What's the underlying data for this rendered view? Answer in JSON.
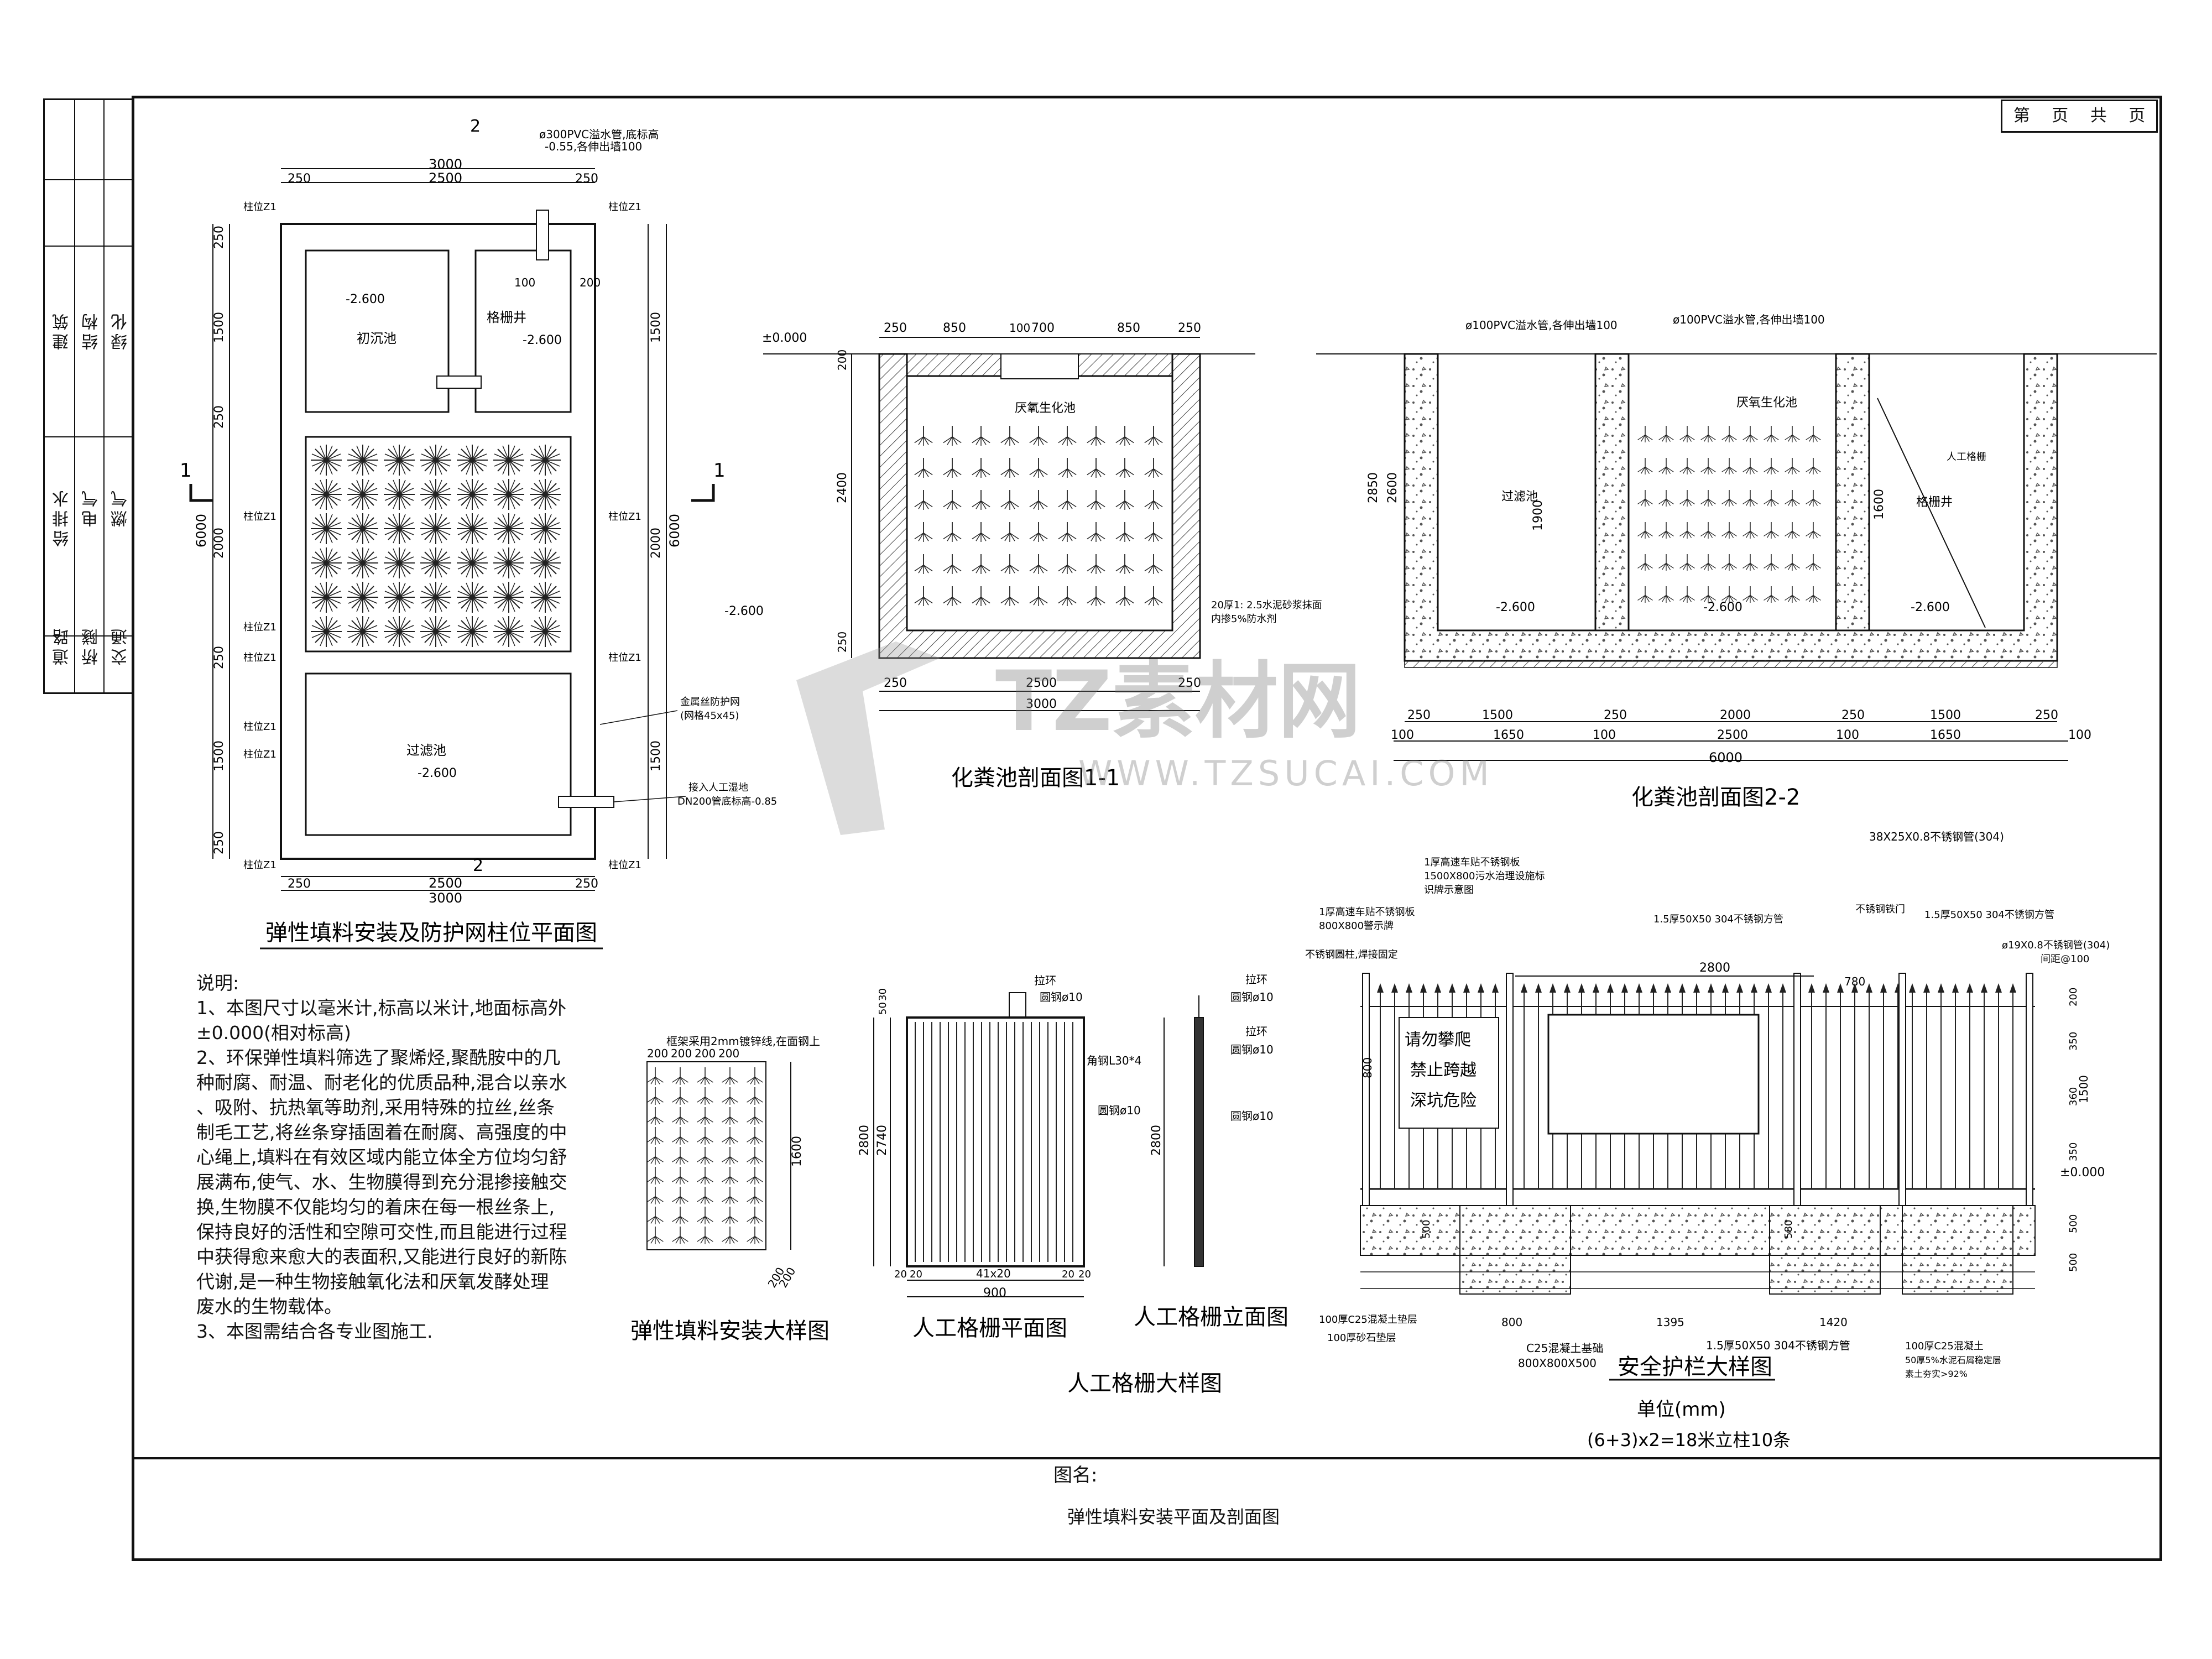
{
  "sidebar": {
    "cells": [
      "建筑",
      "结构",
      "绿化",
      "给排水",
      "电气",
      "燃气",
      "道路",
      "桥隧",
      "交通"
    ]
  },
  "pagebox": {
    "di": "第",
    "ye1": "页",
    "gong": "共",
    "ye2": "页"
  },
  "titleblock": {
    "label": "图名:",
    "title": "弹性填料安装平面及剖面图"
  },
  "plan": {
    "caption": "弹性填料安装及防护网柱位平面图",
    "top_pipe_note": "ø300PVC溢水管,底标高",
    "top_pipe_note2": "-0.55,各伸出墙100",
    "dim_total": "3000",
    "dim_mid": "2500",
    "dim_side": "250",
    "dim_height": "6000",
    "room_sediment": "初沉池",
    "room_screen": "格栅井",
    "room_filter": "过滤池",
    "elev": "-2.600",
    "post_label": "柱位Z1",
    "section_mark_1": "1",
    "section_mark_2": "2",
    "mesh_note": "金属丝防护网",
    "mesh_note2": "(网格45x45)",
    "outlet_note": "接入人工湿地",
    "outlet_note2": "DN200管底标高-0.85",
    "dims_left": [
      "250",
      "1500",
      "250",
      "2000",
      "250",
      "1500",
      "250"
    ],
    "d100": "100",
    "d200": "200"
  },
  "section1": {
    "caption": "化粪池剖面图1-1",
    "tank_label": "厌氧生化池",
    "elev_top": "±0.000",
    "elev_bottom": "-2.600",
    "top_dims": [
      "250",
      "850",
      "100",
      "700",
      "850",
      "250"
    ],
    "dim_2400": "2400",
    "dim_200": "200",
    "dim_250": "250",
    "plaster_note": "20厚1: 2.5水泥砂浆抹面",
    "plaster_note2": "内掺5%防水剂",
    "bottom_dims": [
      "250",
      "2500",
      "250"
    ],
    "bottom_total": "3000"
  },
  "section2": {
    "caption": "化粪池剖面图2-2",
    "pipe_note_left": "ø100PVC溢水管,各伸出墙100",
    "pipe_note_right": "ø100PVC溢水管,各伸出墙100",
    "tank_mid": "厌氧生化池",
    "tank_left": "过滤池",
    "tank_right": "格栅井",
    "grate_note": "人工格栅",
    "dim_2850": "2850",
    "dim_2600": "2600",
    "dim_1900": "1900",
    "dim_1600": "1600",
    "elev": "-2.600",
    "dims_row1": [
      "250",
      "1500",
      "250",
      "2000",
      "250",
      "1500",
      "250"
    ],
    "dims_row2": [
      "100",
      "1650",
      "100",
      "2500",
      "100",
      "1650",
      "100"
    ],
    "total": "6000"
  },
  "notes": {
    "title": "说明:",
    "lines": [
      "1、本图尺寸以毫米计,标高以米计,地面标高外",
      "±0.000(相对标高)",
      "2、环保弹性填料筛选了聚烯烃,聚酰胺中的几",
      "种耐腐、耐温、耐老化的优质品种,混合以亲水",
      "、吸附、抗热氧等助剂,采用特殊的拉丝,丝条",
      "制毛工艺,将丝条穿插固着在耐腐、高强度的中",
      "心绳上,填料在有效区域内能立体全方位均匀舒",
      "展满布,使气、水、生物膜得到充分混掺接触交",
      "换,生物膜不仅能均匀的着床在每一根丝条上,",
      "保持良好的活性和空隙可交性,而且能进行过程",
      "中获得愈来愈大的表面积,又能进行良好的新陈",
      "代谢,是一种生物接触氧化法和厌氧发酵处理",
      "废水的生物载体。",
      "3、本图需结合各专业图施工."
    ]
  },
  "filler_detail": {
    "caption": "弹性填料安装大样图",
    "frame_note": "框架采用2mm镀锌线,在面钢上",
    "dims_top": [
      "200",
      "200",
      "200",
      "200"
    ],
    "dim_1600": "1600",
    "dims_bottom": [
      "200",
      "200"
    ]
  },
  "grate_plan": {
    "caption": "人工格栅平面图",
    "ring": "拉环",
    "rod": "圆钢ø10",
    "angle": "角钢L30*4",
    "dim_2800": "2800",
    "dim_2740": "2740",
    "dim_30": "30",
    "dim_50": "50",
    "dims_bottom": [
      "20",
      "20",
      "41x20",
      "20",
      "20"
    ],
    "dim_900": "900"
  },
  "grate_elev": {
    "caption": "人工格栅立面图",
    "ring": "拉环",
    "rod1": "圆钢ø10",
    "ring2": "拉环",
    "rod2": "圆钢ø10",
    "rod3": "圆钢ø10",
    "dim_2800": "2800"
  },
  "grate_detail_caption": "人工格栅大样图",
  "fence": {
    "caption": "安全护栏大样图",
    "unit": "单位(mm)",
    "count": "(6+3)x2=18米立柱10条",
    "sign_text": [
      "请勿攀爬",
      "禁止跨越",
      "深坑危险"
    ],
    "n1": "1厚高速车贴不锈钢板",
    "n1b": "1500X800污水治理设施标",
    "n1c": "识牌示意图",
    "n2": "1厚高速车贴不锈钢板",
    "n2b": "800X800警示牌",
    "n3": "不锈钢圆柱,焊接固定",
    "n4": "1.5厚50X50  304不锈钢方管",
    "n5": "不锈钢铁门",
    "n6": "1.5厚50X50  304不锈钢方管",
    "n7": "38X25X0.8不锈钢管(304)",
    "n8": "ø19X0.8不锈钢管(304)",
    "n8b": "间距@100",
    "n9": "1.5厚50X50  304不锈钢方管",
    "n10": "C25混凝土基础",
    "n10b": "800X800X500",
    "n11": "100厚C25混凝土垫层",
    "n12": "100厚砂石垫层",
    "n13": "100厚C25混凝土",
    "n13b": "50厚5%水泥石屑稳定层",
    "n13c": "素土夯实>92%",
    "dim_2800": "2800",
    "dim_780": "780",
    "dim_800": "800",
    "dim_1395": "1395",
    "dim_1420": "1420",
    "dim_1500": "1500",
    "dim_360": "360",
    "dim_350": "350",
    "dim_500": "500",
    "dim_200": "200",
    "dim_580": "580",
    "elev": "±0.000"
  },
  "watermark": {
    "main": "TZ素材网",
    "url": "WWW.TZSUCAI.COM"
  }
}
